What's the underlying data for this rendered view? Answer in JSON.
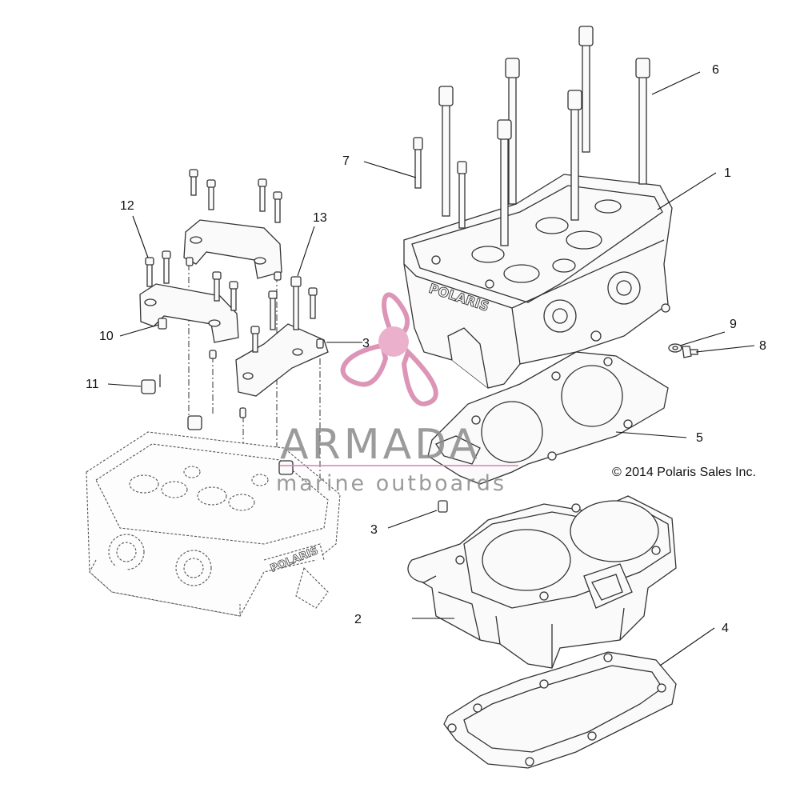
{
  "callouts": [
    {
      "id": "1",
      "label": "1"
    },
    {
      "id": "2",
      "label": "2"
    },
    {
      "id": "3a",
      "label": "3"
    },
    {
      "id": "3b",
      "label": "3"
    },
    {
      "id": "4",
      "label": "4"
    },
    {
      "id": "5",
      "label": "5"
    },
    {
      "id": "6",
      "label": "6"
    },
    {
      "id": "7",
      "label": "7"
    },
    {
      "id": "8",
      "label": "8"
    },
    {
      "id": "9",
      "label": "9"
    },
    {
      "id": "10",
      "label": "10"
    },
    {
      "id": "11",
      "label": "11"
    },
    {
      "id": "12",
      "label": "12"
    },
    {
      "id": "13",
      "label": "13"
    }
  ],
  "copyright": "© 2014 Polaris Sales Inc.",
  "head_brand": "POLARIS",
  "watermark": {
    "title": "ARMADA",
    "subtitle": "marine outboards",
    "color": "#d98ab0",
    "title_color": "#8a8a8a"
  }
}
